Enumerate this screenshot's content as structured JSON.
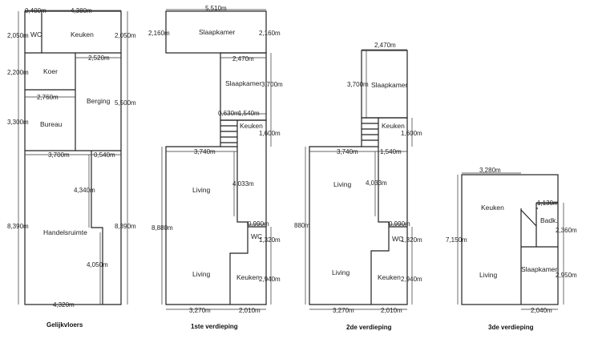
{
  "floors": {
    "ground": {
      "caption": "Gelijkvloers",
      "rooms": {
        "wc": "WC",
        "keuken": "Keuken",
        "koer": "Koer",
        "berging": "Berging",
        "bureau": "Bureau",
        "handelsruimte": "Handelsruimte"
      },
      "dims": {
        "top_wc_w": "0,400m",
        "top_keuken_w": "4,380m",
        "left_wc_h": "2,050m",
        "right_keuken_h": "2,050m",
        "berging_w": "2,520m",
        "koer_h": "2,200m",
        "bureau_w": "2,760m",
        "berging_h": "5,500m",
        "bureau_h": "3,300m",
        "mid_w": "3,700m",
        "step_w": "0,540m",
        "step_h": "4,340m",
        "left_total_h": "8,390m",
        "right_total_h": "8,390m",
        "lower_h": "4,050m",
        "bottom_w": "4,320m"
      }
    },
    "first": {
      "caption": "1ste verdieping",
      "rooms": {
        "slaapkamer1": "Slaapkamer",
        "slaapkamer2": "Slaapkamer",
        "keuken_top": "Keuken",
        "living1": "Living",
        "wc": "WC",
        "living2": "Living",
        "keuken_bottom": "Keuken"
      },
      "dims": {
        "top_w": "5,510m",
        "left_top_h": "2,160m",
        "right_top_h": "2,160m",
        "slaap2_w": "2,470m",
        "slaap2_h": "3,700m",
        "stair_w": "0,630m",
        "keuken_w": "1,540m",
        "keuken_h": "1,600m",
        "living_w": "3,740m",
        "diag": "4,033m",
        "total_h": "8,880m",
        "wc_w": "0,990m",
        "wc_h": "1,320m",
        "keuken_b_h": "2,940m",
        "bottom_left_w": "3,270m",
        "bottom_right_w": "2,010m"
      }
    },
    "second": {
      "caption": "2de verdieping",
      "rooms": {
        "slaapkamer": "Slaapkamer",
        "keuken_top": "Keuken",
        "living1": "Living",
        "wc": "WC",
        "living2": "Living",
        "keuken_bottom": "Keuken"
      },
      "dims": {
        "top_w": "2,470m",
        "slaap_h": "3,700m",
        "keuken_h": "1,600m",
        "living_w": "3,740m",
        "keuken_w": "1,540m",
        "diag": "4,033m",
        "total_h": "880m",
        "wc_w": "0,990m",
        "wc_h": "1,320m",
        "keuken_b_h": "2,940m",
        "bottom_left_w": "3,270m",
        "bottom_right_w": "2,010m"
      }
    },
    "third": {
      "caption": "3de verdieping",
      "rooms": {
        "keuken": "Keuken",
        "badk": "Badk.",
        "living": "Living",
        "slaapkamer": "Slaapkamer"
      },
      "dims": {
        "top_w": "3,280m",
        "badk_w": "1,130m",
        "total_h": "7,150m",
        "badk_h": "2,360m",
        "slaap_h": "2,950m",
        "bottom_w": "2,040m"
      }
    }
  }
}
